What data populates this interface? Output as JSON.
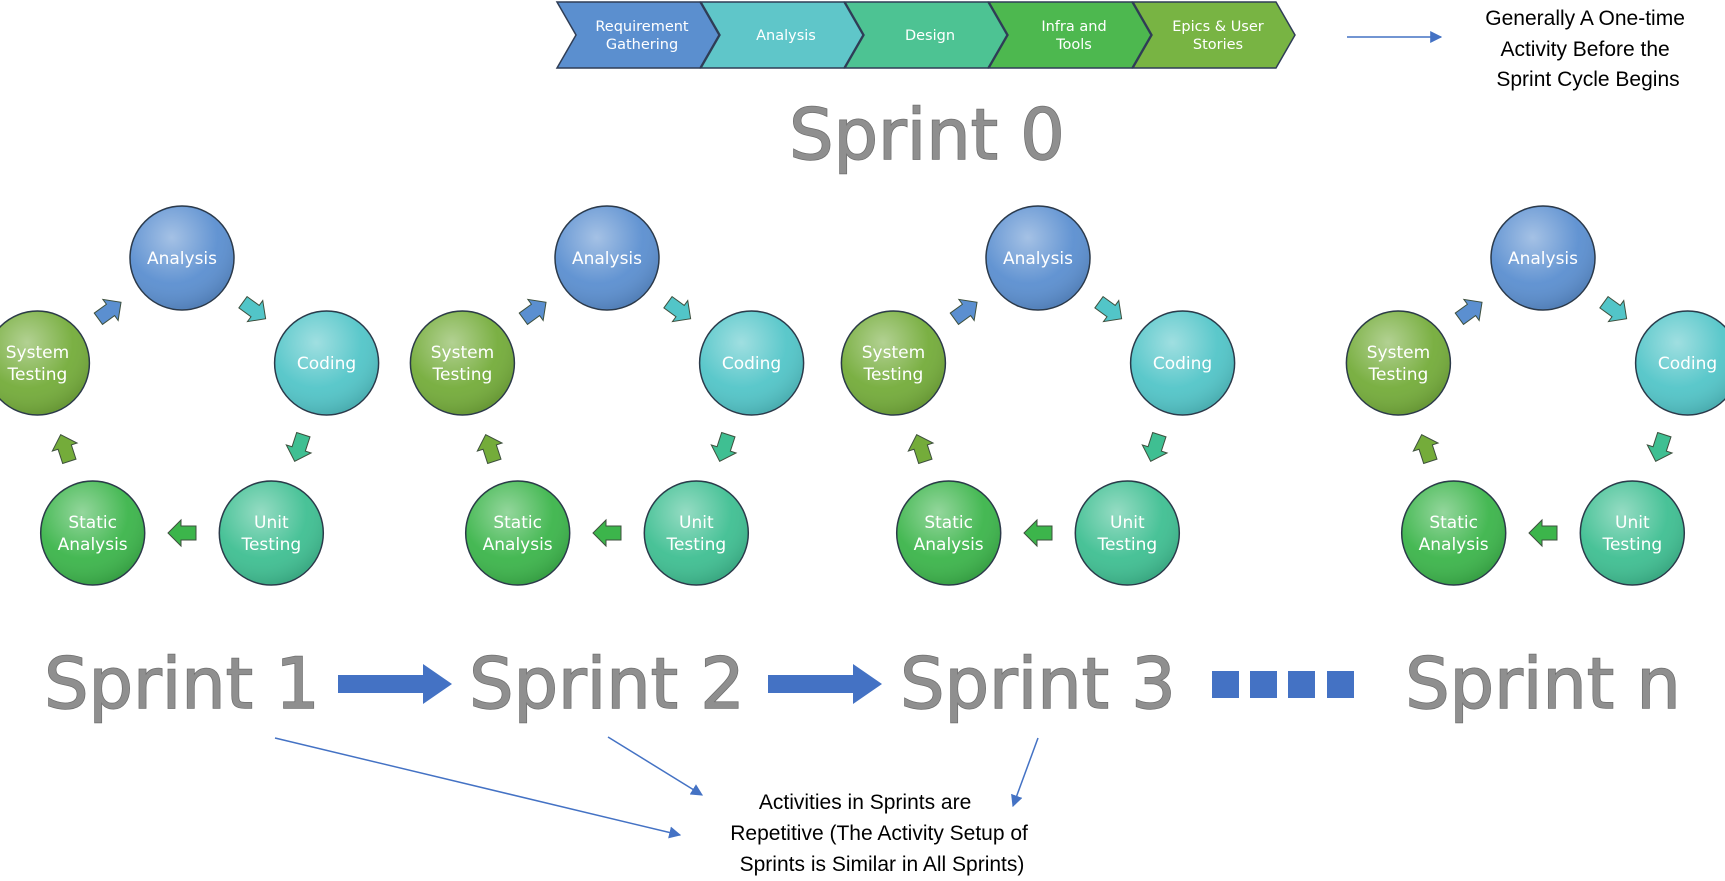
{
  "sprint0": {
    "title": "Sprint 0",
    "steps": [
      {
        "lines": [
          "Requirement",
          "Gathering"
        ],
        "color": "#5b8fcf"
      },
      {
        "lines": [
          "Analysis"
        ],
        "color": "#5fc6c9"
      },
      {
        "lines": [
          "Design"
        ],
        "color": "#4dc393"
      },
      {
        "lines": [
          "Infra and",
          "Tools"
        ],
        "color": "#4db84f"
      },
      {
        "lines": [
          "Epics & User",
          "Stories"
        ],
        "color": "#78b443"
      }
    ],
    "note": [
      "Generally A One-time",
      "Activity Before the",
      "Sprint Cycle  Begins"
    ]
  },
  "cycle_activities": [
    {
      "name": "analysis",
      "lines": [
        "Analysis"
      ],
      "color": "#5b8fd0"
    },
    {
      "name": "coding",
      "lines": [
        "Coding"
      ],
      "color": "#52c5c8"
    },
    {
      "name": "unit-testing",
      "lines": [
        "Unit",
        "Testing"
      ],
      "color": "#3fbf92"
    },
    {
      "name": "static-analysis",
      "lines": [
        "Static",
        "Analysis"
      ],
      "color": "#3cb54b"
    },
    {
      "name": "system-testing",
      "lines": [
        "System",
        "Testing"
      ],
      "color": "#74ac3a"
    }
  ],
  "sprints": [
    {
      "title": "Sprint 1"
    },
    {
      "title": "Sprint 2"
    },
    {
      "title": "Sprint 3"
    },
    {
      "title": "Sprint n"
    }
  ],
  "colors": {
    "connector": "#4472c4",
    "title": "#8f8f8f"
  },
  "bottom_note": [
    "Activities in Sprints are",
    "Repetitive (The Activity Setup of",
    "Sprints is Similar in All Sprints)"
  ]
}
